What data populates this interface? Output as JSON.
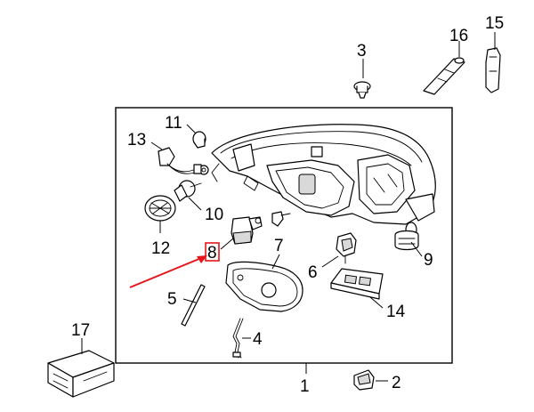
{
  "callouts": [
    {
      "number": "1"
    },
    {
      "number": "2"
    },
    {
      "number": "3"
    },
    {
      "number": "4"
    },
    {
      "number": "5"
    },
    {
      "number": "6"
    },
    {
      "number": "7"
    },
    {
      "number": "8"
    },
    {
      "number": "9"
    },
    {
      "number": "10"
    },
    {
      "number": "11"
    },
    {
      "number": "12"
    },
    {
      "number": "13"
    },
    {
      "number": "14"
    },
    {
      "number": "15"
    },
    {
      "number": "16"
    },
    {
      "number": "17"
    }
  ],
  "highlight": {
    "callout": "8",
    "color": "#e8141b"
  },
  "colors": {
    "line": "#000000",
    "background": "#ffffff",
    "highlight": "#e8141b"
  }
}
